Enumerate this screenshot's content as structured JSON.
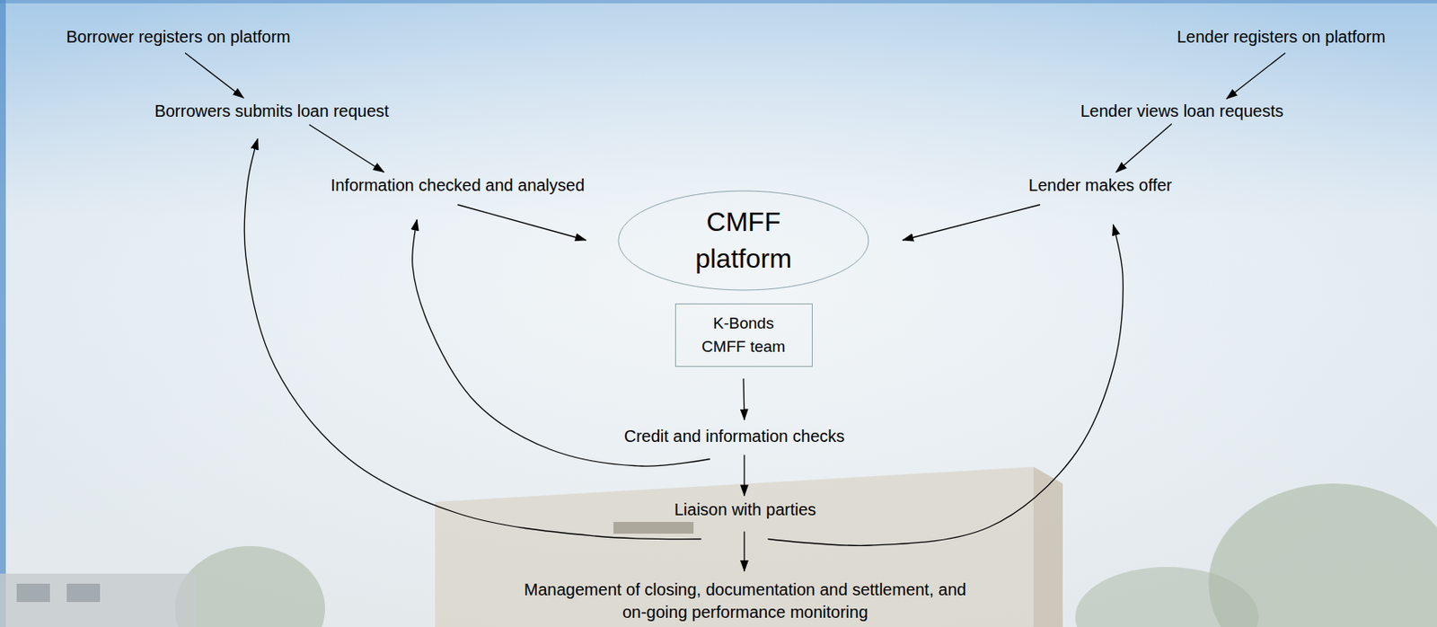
{
  "diagram": {
    "nodes": [
      {
        "text": [
          "Borrower registers on platform"
        ]
      },
      {
        "text": [
          "Borrowers submits loan request"
        ]
      },
      {
        "text": [
          "Information checked and analysed"
        ]
      },
      {
        "text": [
          "CMFF platform"
        ]
      },
      {
        "text": [
          "K-Bonds CMFF team"
        ]
      },
      {
        "text": [
          "Credit and information checks"
        ]
      },
      {
        "text": [
          "Liaison with parties"
        ]
      },
      {
        "text": [
          "Management of closing, documentation and settlement, and on-going performance monitoring"
        ]
      },
      {
        "text": [
          "Lender registers on platform"
        ]
      },
      {
        "text": [
          "Lender views loan requests"
        ]
      },
      {
        "text": [
          "Lender makes offer"
        ]
      }
    ],
    "edges": [
      {
        "from": 0,
        "to": 1,
        "arrow": "to"
      },
      {
        "from": 1,
        "to": 2,
        "arrow": "to"
      },
      {
        "from": 2,
        "to": 3,
        "arrow": "to"
      },
      {
        "from": 10,
        "to": 3,
        "arrow": "to"
      },
      {
        "from": 8,
        "to": 9,
        "arrow": "to"
      },
      {
        "from": 9,
        "to": 10,
        "arrow": "to"
      },
      {
        "from": 4,
        "to": 5,
        "arrow": "to"
      },
      {
        "from": 5,
        "to": 6,
        "arrow": "to"
      },
      {
        "from": 6,
        "to": 7,
        "arrow": "to"
      },
      {
        "from": 5,
        "to": 2,
        "arrow": "to"
      },
      {
        "from": 6,
        "to": 1,
        "arrow": "to"
      },
      {
        "from": 6,
        "to": 10,
        "arrow": "to"
      }
    ]
  }
}
